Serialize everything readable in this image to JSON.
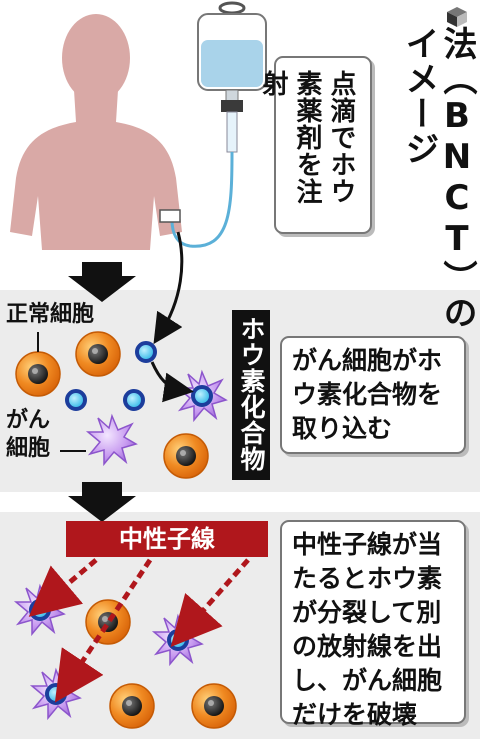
{
  "title": "ホウ素中性子捕捉療法（BNCT）のイメージ",
  "notes": {
    "iv": "点滴でホウ素薬剤を注射",
    "uptake": "がん細胞がホウ素化合物を取り込む",
    "neutron": "中性子線が当たるとホウ素が分裂して別の放射線を出し、がん細胞だけを破壊"
  },
  "labels": {
    "normal_cell": "正常細胞",
    "cancer_cell_1": "がん",
    "cancer_cell_2": "細胞",
    "boron_compound": "ホウ素化合物",
    "neutron_beam": "中性子線"
  },
  "colors": {
    "body": "#d9a9a6",
    "normal_cell": "#ef8420",
    "cancer_cell": "#b58adf",
    "boron": "#4ec8f0",
    "beam": "#b0171c",
    "panel": "#e9e9e9"
  }
}
